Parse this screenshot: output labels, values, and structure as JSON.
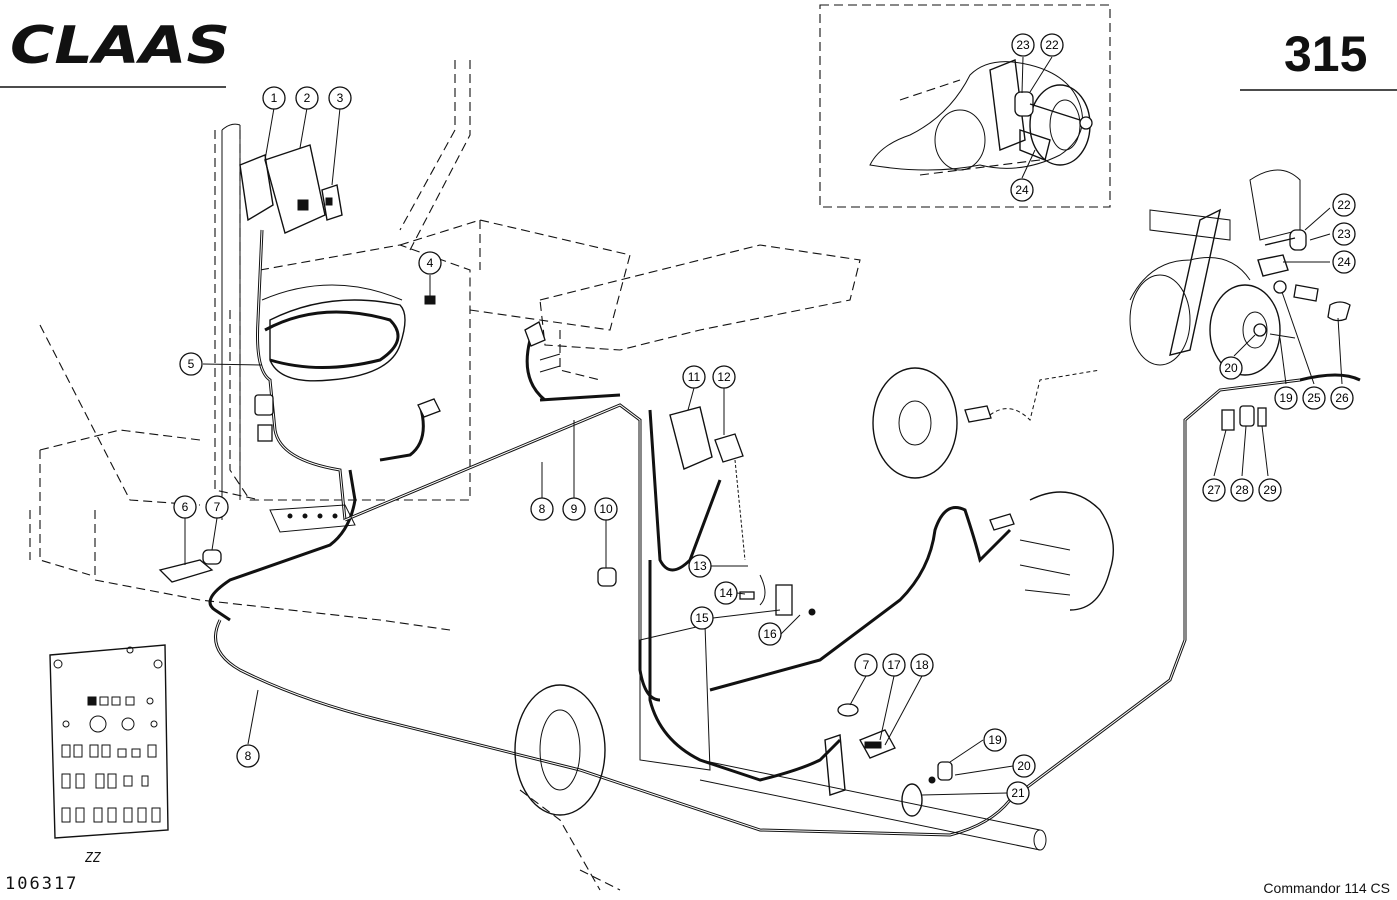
{
  "header": {
    "brand": "CLAAS",
    "page_number": "315"
  },
  "footer": {
    "drawing_number": "106317",
    "model": "Commandor 114 CS",
    "panel_code": "ZZ"
  },
  "callouts": [
    {
      "label": "1"
    },
    {
      "label": "2"
    },
    {
      "label": "3"
    },
    {
      "label": "4"
    },
    {
      "label": "5"
    },
    {
      "label": "6"
    },
    {
      "label": "7"
    },
    {
      "label": "8"
    },
    {
      "label": "9"
    },
    {
      "label": "10"
    },
    {
      "label": "11"
    },
    {
      "label": "12"
    },
    {
      "label": "13"
    },
    {
      "label": "14"
    },
    {
      "label": "15"
    },
    {
      "label": "16"
    },
    {
      "label": "7"
    },
    {
      "label": "17"
    },
    {
      "label": "18"
    },
    {
      "label": "19"
    },
    {
      "label": "20"
    },
    {
      "label": "21"
    },
    {
      "label": "8"
    },
    {
      "label": "23"
    },
    {
      "label": "22"
    },
    {
      "label": "24"
    },
    {
      "label": "22"
    },
    {
      "label": "23"
    },
    {
      "label": "24"
    },
    {
      "label": "20"
    },
    {
      "label": "19"
    },
    {
      "label": "25"
    },
    {
      "label": "26"
    },
    {
      "label": "27"
    },
    {
      "label": "28"
    },
    {
      "label": "29"
    }
  ]
}
